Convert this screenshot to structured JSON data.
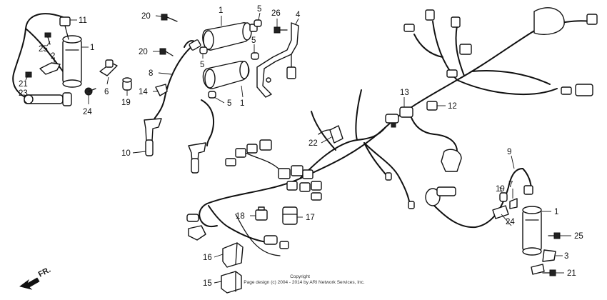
{
  "callouts": {
    "c11": "11",
    "c25a": "25",
    "c1a": "1",
    "c2": "2",
    "c21a": "21",
    "c23": "23",
    "c6": "6",
    "c19a": "19",
    "c24a": "24",
    "c20a": "20",
    "c20b": "20",
    "c8": "8",
    "c14": "14",
    "c10": "10",
    "c1b": "1",
    "c5a": "5",
    "c26": "26",
    "c4": "4",
    "c5b": "5",
    "c5c": "5",
    "c1c": "1",
    "c5d": "5",
    "c13": "13",
    "c12": "12",
    "c22": "22",
    "c9": "9",
    "c19b": "19",
    "c7": "7",
    "c1d": "1",
    "c24b": "24",
    "c25b": "25",
    "c3": "3",
    "c21b": "21",
    "c18": "18",
    "c17": "17",
    "c16": "16",
    "c15": "15"
  },
  "copyright": {
    "line1": "Copyright",
    "line2": "Page design (c) 2004 - 2014 by ARI Network Services, Inc."
  },
  "direction": {
    "label": "FR."
  }
}
